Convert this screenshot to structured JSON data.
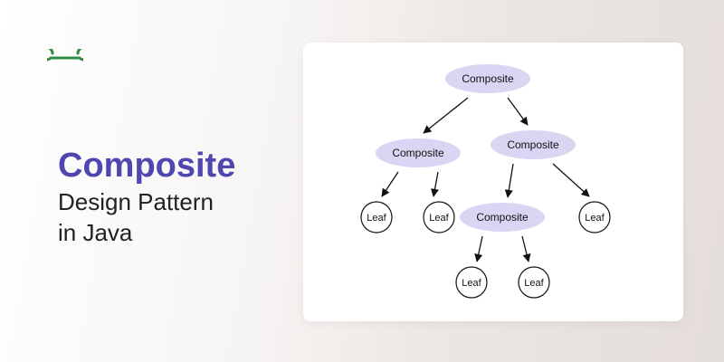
{
  "brand": {
    "logo_icon": "geeksforgeeks-logo-icon",
    "color": "#2f8d46"
  },
  "heading": {
    "title": "Composite",
    "subtitle_line1": "Design Pattern",
    "subtitle_line2": "in Java",
    "accent_color": "#4f46b0"
  },
  "diagram": {
    "composite_fill": "#d9d6f3",
    "leaf_stroke": "#111111",
    "nodes": [
      {
        "id": "root",
        "type": "composite",
        "label": "Composite"
      },
      {
        "id": "c1",
        "type": "composite",
        "label": "Composite"
      },
      {
        "id": "c2",
        "type": "composite",
        "label": "Composite"
      },
      {
        "id": "c3",
        "type": "composite",
        "label": "Composite"
      },
      {
        "id": "l1",
        "type": "leaf",
        "label": "Leaf"
      },
      {
        "id": "l2",
        "type": "leaf",
        "label": "Leaf"
      },
      {
        "id": "l3",
        "type": "leaf",
        "label": "Leaf"
      },
      {
        "id": "l4",
        "type": "leaf",
        "label": "Leaf"
      },
      {
        "id": "l5",
        "type": "leaf",
        "label": "Leaf"
      }
    ],
    "edges": [
      {
        "from": "root",
        "to": "c1"
      },
      {
        "from": "root",
        "to": "c2"
      },
      {
        "from": "c1",
        "to": "l1"
      },
      {
        "from": "c1",
        "to": "l2"
      },
      {
        "from": "c2",
        "to": "c3"
      },
      {
        "from": "c2",
        "to": "l3"
      },
      {
        "from": "c3",
        "to": "l4"
      },
      {
        "from": "c3",
        "to": "l5"
      }
    ]
  }
}
